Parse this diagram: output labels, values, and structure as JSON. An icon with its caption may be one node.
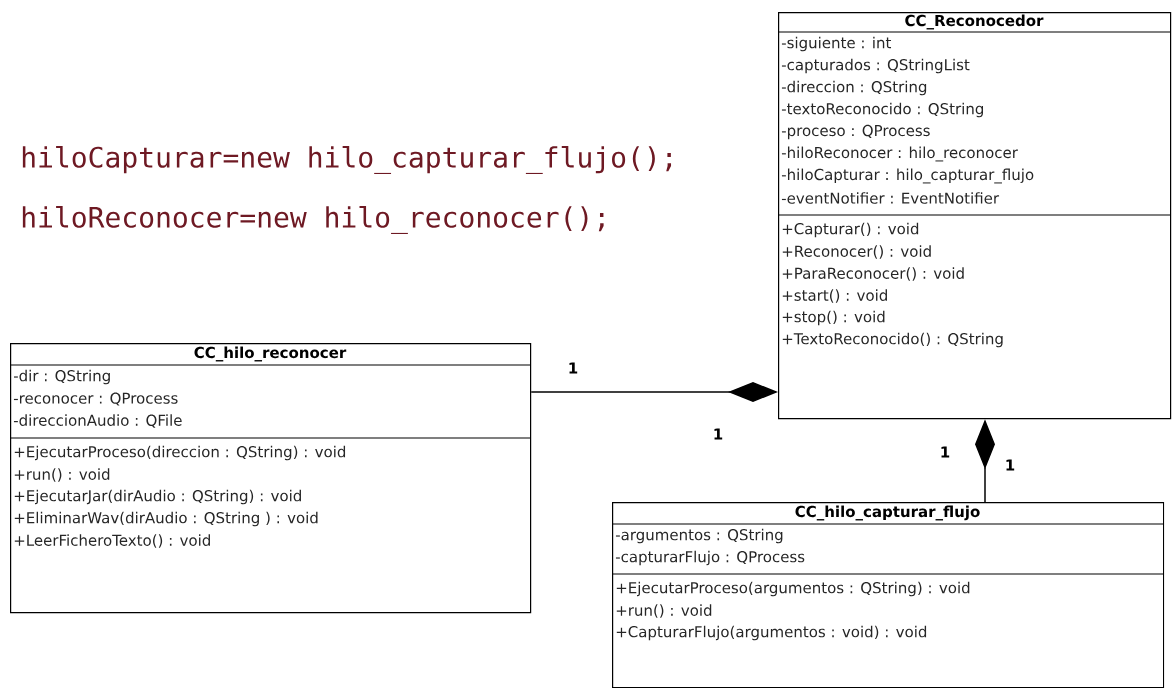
{
  "diagram": {
    "nodes": [
      {
        "text": [
          "CC_Reconocedor",
          "-siguiente : int",
          "-capturados : QStringList",
          "-direccion : QString",
          "-textoReconocido : QString",
          "-proceso : QProcess",
          "-hiloReconocer : hilo_reconocer",
          "-hiloCapturar : hilo_capturar_flujo",
          "-eventNotifier : EventNotifier",
          "+Capturar() : void",
          "+Reconocer() : void",
          "+ParaReconocer() : void",
          "+start() : void",
          "+stop() : void",
          "+TextoReconocido() : QString"
        ]
      },
      {
        "text": [
          "CC_hilo_reconocer",
          "-dir : QString",
          "-reconocer : QProcess",
          "-direccionAudio : QFile",
          "+EjecutarProceso(direccion : QString) : void",
          "+run() : void",
          "+EjecutarJar(dirAudio : QString) : void",
          "+EliminarWav(dirAudio : QString ) : void",
          "+LeerFicheroTexto() : void"
        ]
      },
      {
        "text": [
          "CC_hilo_capturar_flujo",
          "-argumentos : QString",
          "-capturarFlujo : QProcess",
          "+EjecutarProceso(argumentos : QString) : void",
          "+run() : void",
          "+CapturarFlujo(argumentos : void) : void"
        ]
      }
    ],
    "edges": [
      {
        "from": 1,
        "to": 0,
        "arrow": "other"
      },
      {
        "from": 2,
        "to": 0,
        "arrow": "other"
      }
    ],
    "labels": [
      "hiloCapturar=new hilo_capturar_flujo();",
      "hiloReconocer=new hilo_reconocer();",
      "1",
      "1",
      "1",
      "1"
    ]
  }
}
